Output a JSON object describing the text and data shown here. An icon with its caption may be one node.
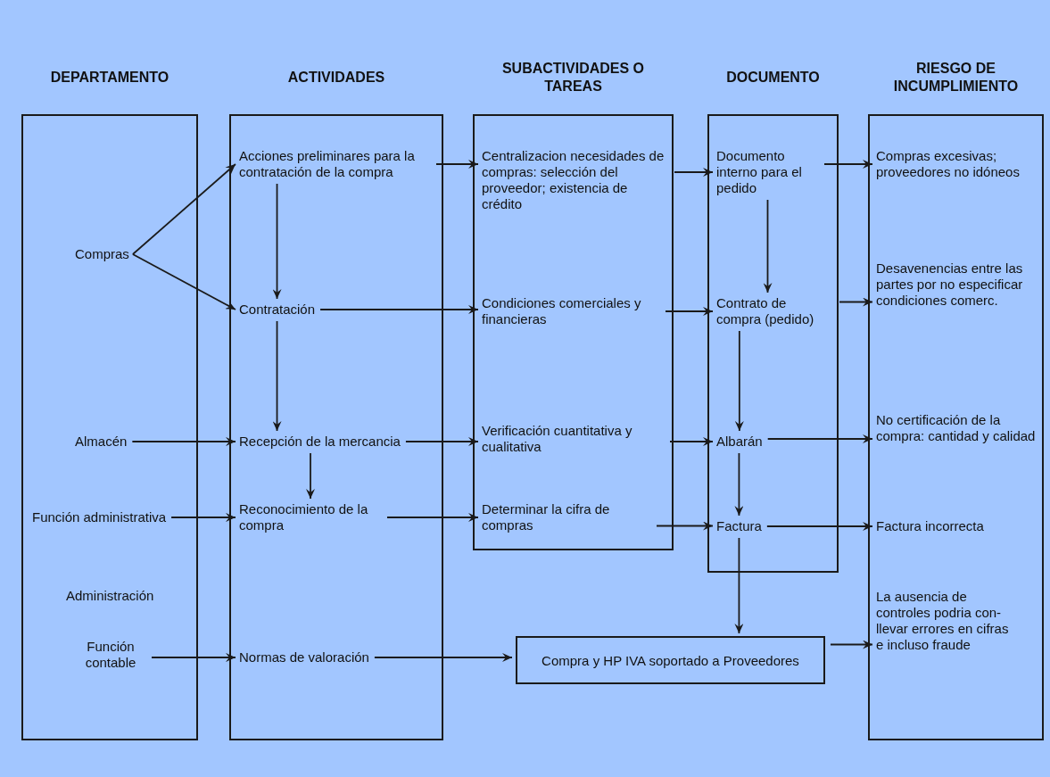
{
  "diagram": {
    "nodes": [
      {
        "text": [
          "DEPARTAMENTO"
        ]
      },
      {
        "text": [
          "Compras"
        ],
        "in": 0
      },
      {
        "text": [
          "Almacén"
        ],
        "in": 0
      },
      {
        "text": [
          "Función administrativa"
        ],
        "in": 0
      },
      {
        "text": [
          "Función contable"
        ],
        "in": 0
      },
      {
        "text": [
          "ACTIVIDADES"
        ]
      },
      {
        "text": [
          "Acciones preliminares para la contratación de la compra"
        ],
        "in": 5
      },
      {
        "text": [
          "Contratación"
        ],
        "in": 5
      },
      {
        "text": [
          "Recepción de la mercancia"
        ],
        "in": 5
      },
      {
        "text": [
          "Reconocimiento de la compra"
        ],
        "in": 5
      },
      {
        "text": [
          "Normas de valoración"
        ],
        "in": 5
      },
      {
        "text": [
          "SUBACTIVIDADES O TAREAS"
        ]
      },
      {
        "text": [
          "Centralizacion necesidades de compras: selección del proveedor; existencia de crédito"
        ],
        "in": 11
      },
      {
        "text": [
          "Condiciones comerciales y financieras"
        ],
        "in": 11
      },
      {
        "text": [
          "Verificación cuantitativa y cualitativa"
        ],
        "in": 11
      },
      {
        "text": [
          "Determinar la cifra de compras"
        ],
        "in": 11
      },
      {
        "text": [
          "DOCUMENTO"
        ]
      },
      {
        "text": [
          "Documento interno para el pedido"
        ],
        "in": 16
      },
      {
        "text": [
          "Contrato de compra (pedido)"
        ],
        "in": 16
      },
      {
        "text": [
          "Albarán"
        ],
        "in": 16
      },
      {
        "text": [
          "Factura"
        ],
        "in": 16
      },
      {
        "text": [
          "Compra y HP IVA soportado a Proveedores"
        ]
      },
      {
        "text": [
          "RIESGO DE INCUMPLIMIENTO"
        ]
      },
      {
        "text": [
          "Compras excesivas; proveedores no idóneos"
        ],
        "in": 22
      },
      {
        "text": [
          "Desavenencias entre las partes por no especificar condiciones comerc."
        ],
        "in": 22
      },
      {
        "text": [
          "No certificación de la compra: cantidad y calidad"
        ],
        "in": 22
      },
      {
        "text": [
          "Factura incorrecta"
        ],
        "in": 22
      },
      {
        "text": [
          "La ausencia de controles podria con- llevar errores en cifras e incluso fraude"
        ],
        "in": 22
      }
    ],
    "edges": [
      {
        "from": 1,
        "to": 6,
        "arrow": "to"
      },
      {
        "from": 1,
        "to": 7,
        "arrow": "to"
      },
      {
        "from": 6,
        "to": 7,
        "arrow": "to"
      },
      {
        "from": 7,
        "to": 8,
        "arrow": "to"
      },
      {
        "from": 8,
        "to": 9,
        "arrow": "to"
      },
      {
        "from": 2,
        "to": 8,
        "arrow": "to"
      },
      {
        "from": 3,
        "to": 9,
        "arrow": "to"
      },
      {
        "from": 4,
        "to": 10,
        "arrow": "to"
      },
      {
        "from": 6,
        "to": 12,
        "arrow": "to"
      },
      {
        "from": 7,
        "to": 13,
        "arrow": "to"
      },
      {
        "from": 8,
        "to": 14,
        "arrow": "to"
      },
      {
        "from": 9,
        "to": 15,
        "arrow": "to"
      },
      {
        "from": 10,
        "to": 21,
        "arrow": "to"
      },
      {
        "from": 12,
        "to": 17,
        "arrow": "to"
      },
      {
        "from": 13,
        "to": 18,
        "arrow": "to"
      },
      {
        "from": 14,
        "to": 19,
        "arrow": "to"
      },
      {
        "from": 15,
        "to": 20,
        "arrow": "to"
      },
      {
        "from": 17,
        "to": 18,
        "arrow": "to"
      },
      {
        "from": 18,
        "to": 19,
        "arrow": "to"
      },
      {
        "from": 19,
        "to": 20,
        "arrow": "to"
      },
      {
        "from": 20,
        "to": 21,
        "arrow": "to"
      },
      {
        "from": 17,
        "to": 23,
        "arrow": "to"
      },
      {
        "from": 18,
        "to": 24,
        "arrow": "to"
      },
      {
        "from": 19,
        "to": 25,
        "arrow": "to"
      },
      {
        "from": 20,
        "to": 26,
        "arrow": "to"
      },
      {
        "from": 21,
        "to": 27,
        "arrow": "to"
      }
    ],
    "labels": [
      "Administración"
    ]
  }
}
